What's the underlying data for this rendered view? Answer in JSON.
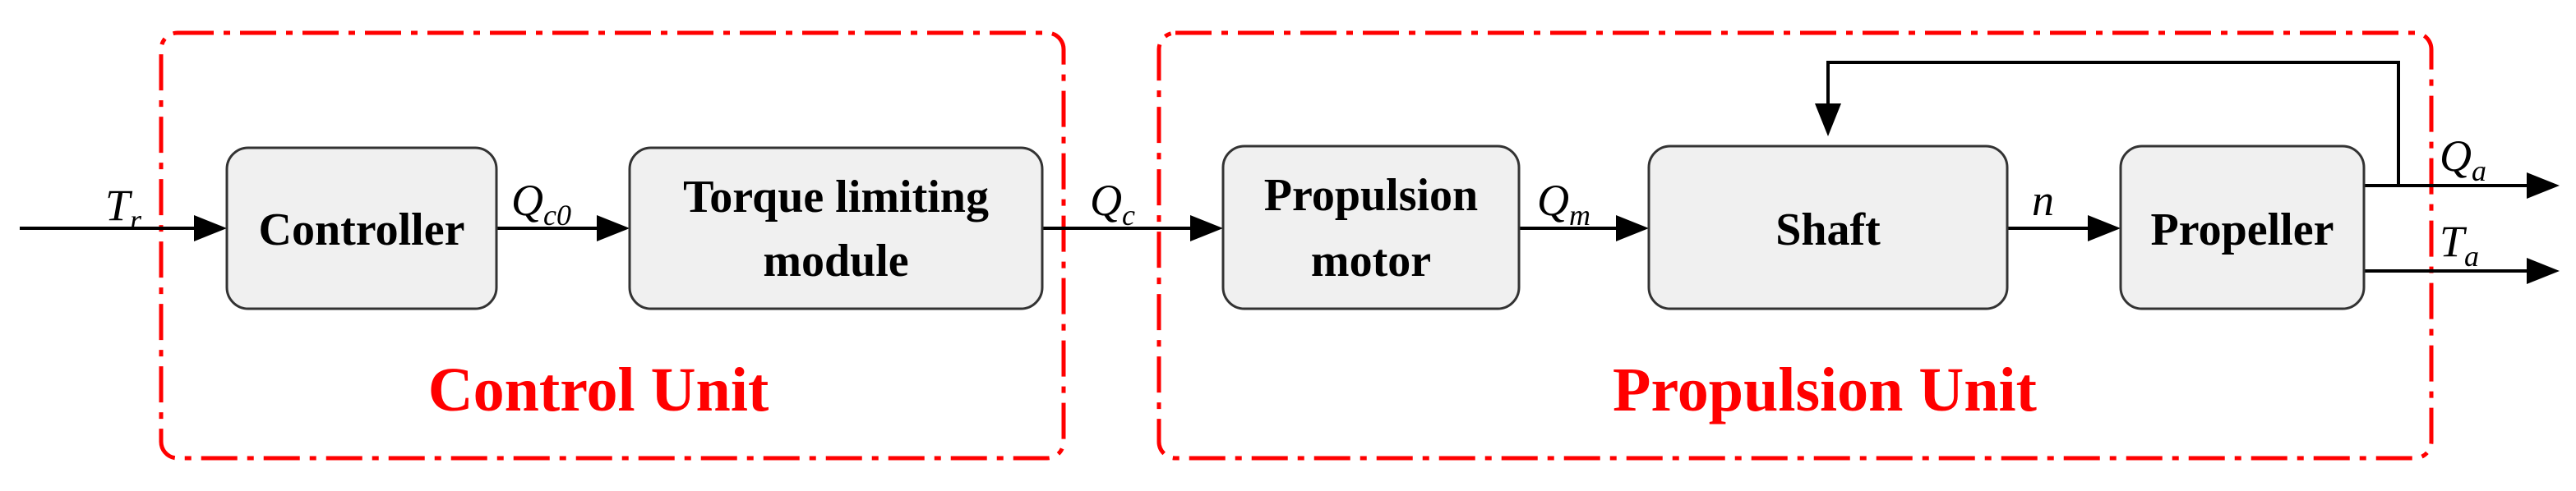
{
  "colors": {
    "unit_border": "#ff0000",
    "unit_title": "#ff0000",
    "block_fill": "#f0f0f0",
    "block_border": "#333333",
    "wire": "#000000"
  },
  "units": {
    "control": {
      "title": "Control Unit"
    },
    "propulsion": {
      "title": "Propulsion Unit"
    }
  },
  "blocks": {
    "controller": {
      "lines": [
        "Controller"
      ]
    },
    "torque_limiting": {
      "lines": [
        "Torque limiting",
        "module"
      ]
    },
    "propulsion_motor": {
      "lines": [
        "Propulsion",
        "motor"
      ]
    },
    "shaft": {
      "lines": [
        "Shaft"
      ]
    },
    "propeller": {
      "lines": [
        "Propeller"
      ]
    }
  },
  "signals": {
    "tr": {
      "main": "T",
      "sub": "r"
    },
    "qc0": {
      "main": "Q",
      "sub": "c0"
    },
    "qc": {
      "main": "Q",
      "sub": "c"
    },
    "qm": {
      "main": "Q",
      "sub": "m"
    },
    "n": {
      "main": "n",
      "sub": ""
    },
    "qa": {
      "main": "Q",
      "sub": "a"
    },
    "ta": {
      "main": "T",
      "sub": "a"
    }
  }
}
